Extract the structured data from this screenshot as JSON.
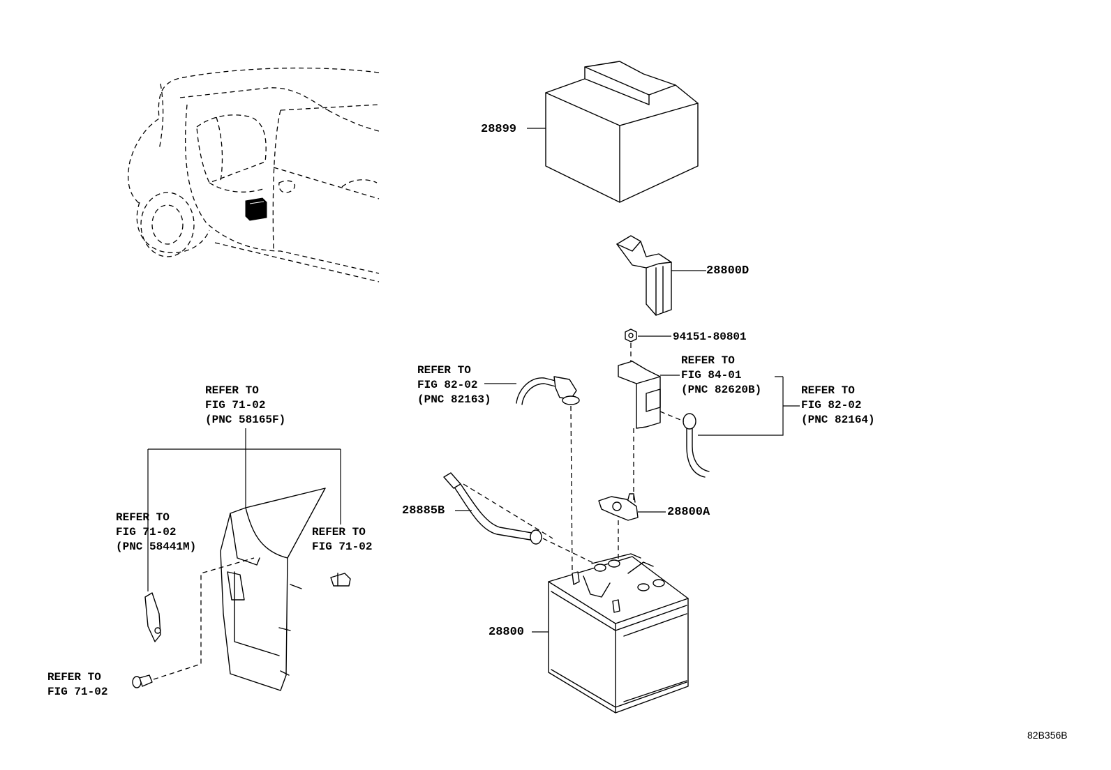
{
  "diagram": {
    "figure_code": "82B356B",
    "parts": {
      "cover": "28899",
      "terminal_cover": "28800D",
      "nut": "94151-80801",
      "clamp": "28800A",
      "vent_hose": "28885B",
      "battery": "28800"
    },
    "refs": {
      "fig8402": {
        "line1": "REFER TO",
        "line2": "FIG 84-01",
        "line3": "(PNC 82620B)"
      },
      "fig8202_neg": {
        "line1": "REFER TO",
        "line2": "FIG 82-02",
        "line3": "(PNC 82163)"
      },
      "fig8202_pos": {
        "line1": "REFER TO",
        "line2": "FIG 82-02",
        "line3": "(PNC 82164)"
      },
      "fig7102_top": {
        "line1": "REFER TO",
        "line2": "FIG 71-02",
        "line3": "(PNC 58165F)"
      },
      "fig7102_left": {
        "line1": "REFER TO",
        "line2": "FIG 71-02",
        "line3": "(PNC 58441M)"
      },
      "fig7102_right": {
        "line1": "REFER TO",
        "line2": "FIG 71-02"
      },
      "fig7102_bottom": {
        "line1": "REFER TO",
        "line2": "FIG 71-02"
      }
    }
  }
}
